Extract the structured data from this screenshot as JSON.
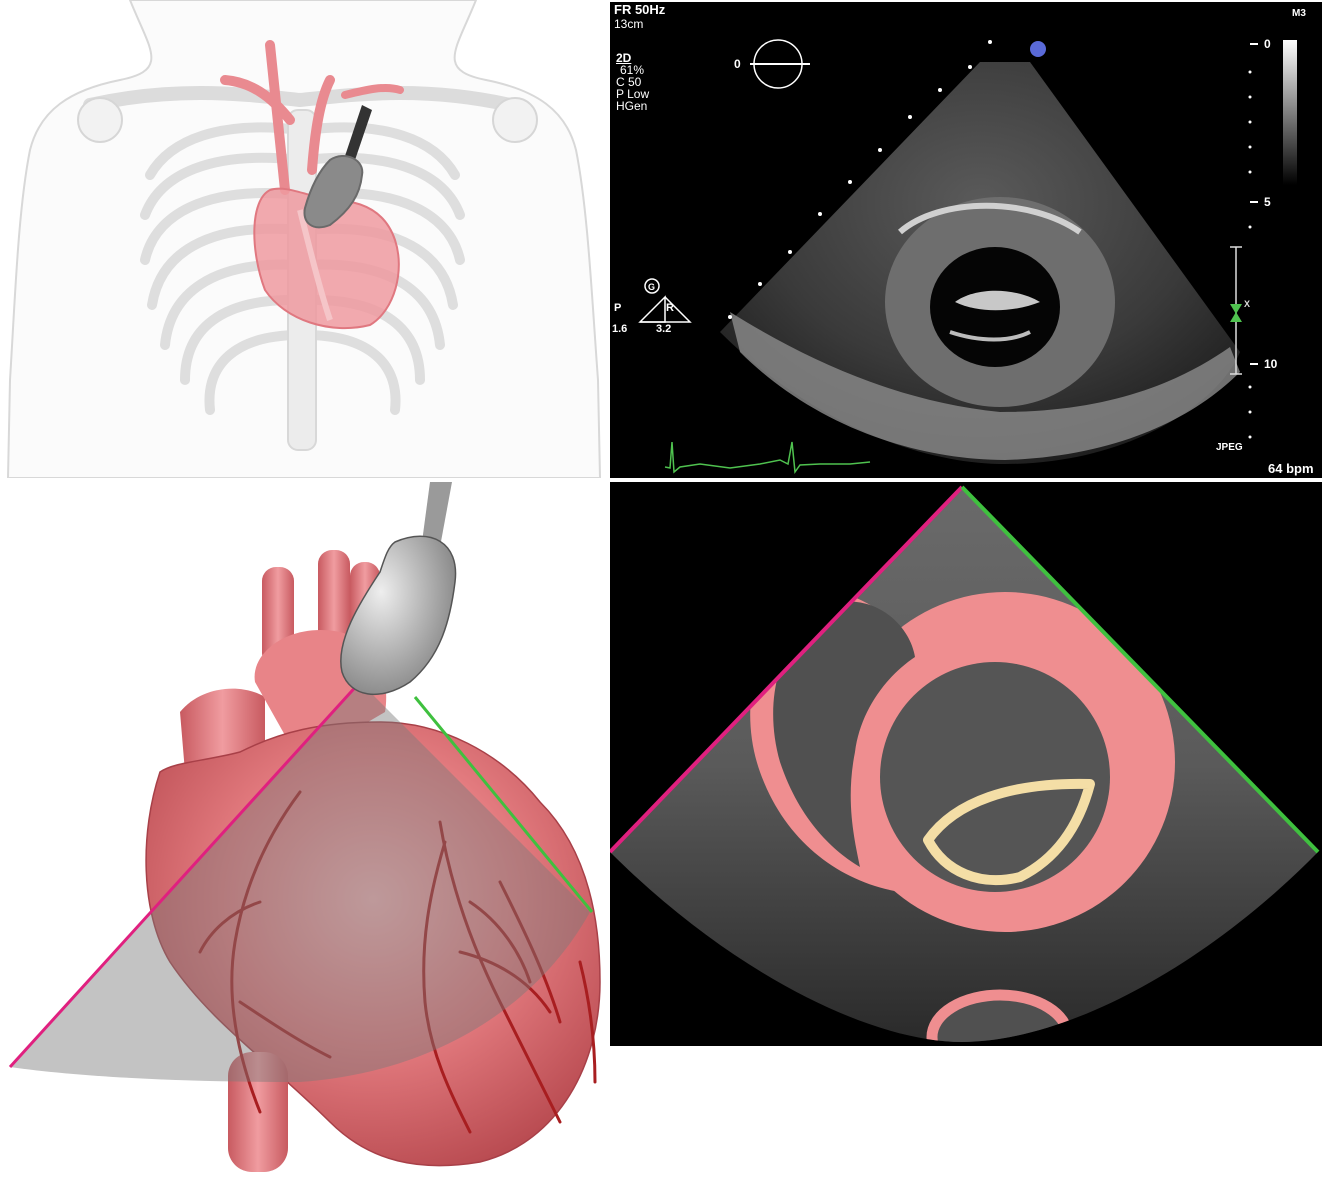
{
  "echo": {
    "frame_rate": "FR 50Hz",
    "depth": "13cm",
    "mode": "2D",
    "gain": "61%",
    "compression": "C 50",
    "power": "P Low",
    "frequency": "HGen",
    "angle": "0",
    "preset": "M3",
    "scale_0": "0",
    "scale_5": "5",
    "scale_10": "10",
    "orient_center": "G",
    "orient_left": "P",
    "orient_right": "R",
    "orient_left_value": "1.6",
    "orient_right_value": "3.2",
    "focus_marker": "X",
    "format": "JPEG",
    "heart_rate": "64 bpm"
  },
  "colors": {
    "myocardium": "#ef8e90",
    "valve": "#f4dea6",
    "plane_left": "#e0207f",
    "plane_right": "#3fc03f",
    "ecg": "#4fc24f"
  }
}
